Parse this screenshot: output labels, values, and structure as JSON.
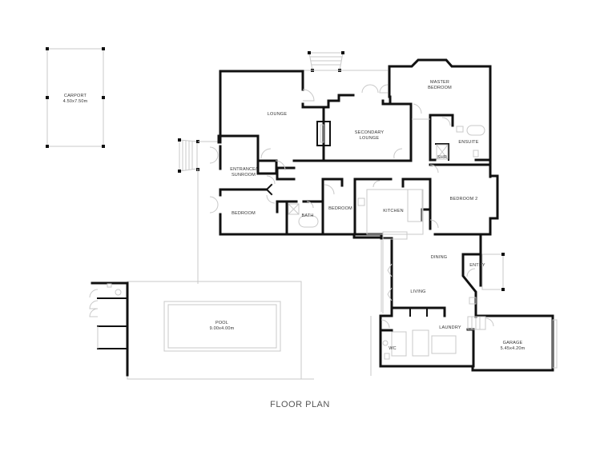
{
  "title": "FLOOR PLAN",
  "colors": {
    "wall": "#111111",
    "line": "#c8c8c8",
    "text": "#333333",
    "background": "#ffffff"
  },
  "rooms": {
    "carport": {
      "name": "CARPORT",
      "dims": "4.50x7.50m"
    },
    "lounge": {
      "name": "LOUNGE"
    },
    "secondary_lounge": {
      "name1": "SECONDARY",
      "name2": "LOUNGE"
    },
    "master_bedroom": {
      "name1": "MASTER",
      "name2": "BEDROOM"
    },
    "ensuite": {
      "name": "ENSUITE"
    },
    "shr": {
      "name": "SHR"
    },
    "entrance": {
      "name1": "ENTRANCE/",
      "name2": "SUNROOM"
    },
    "bedroom_left": {
      "name": "BEDROOM"
    },
    "bath": {
      "name": "BATH"
    },
    "bedroom_mid": {
      "name": "BEDROOM"
    },
    "kitchen": {
      "name": "KITCHEN"
    },
    "bedroom2": {
      "name": "BEDROOM 2"
    },
    "dining": {
      "name": "DINING"
    },
    "entry": {
      "name": "ENTRY"
    },
    "living": {
      "name": "LIVING"
    },
    "laundry": {
      "name": "LAUNDRY"
    },
    "wc": {
      "name": "WC"
    },
    "garage": {
      "name": "GARAGE",
      "dims": "5.45x4.20m"
    },
    "pool": {
      "name": "POOL",
      "dims": "9.00x4.00m"
    }
  }
}
